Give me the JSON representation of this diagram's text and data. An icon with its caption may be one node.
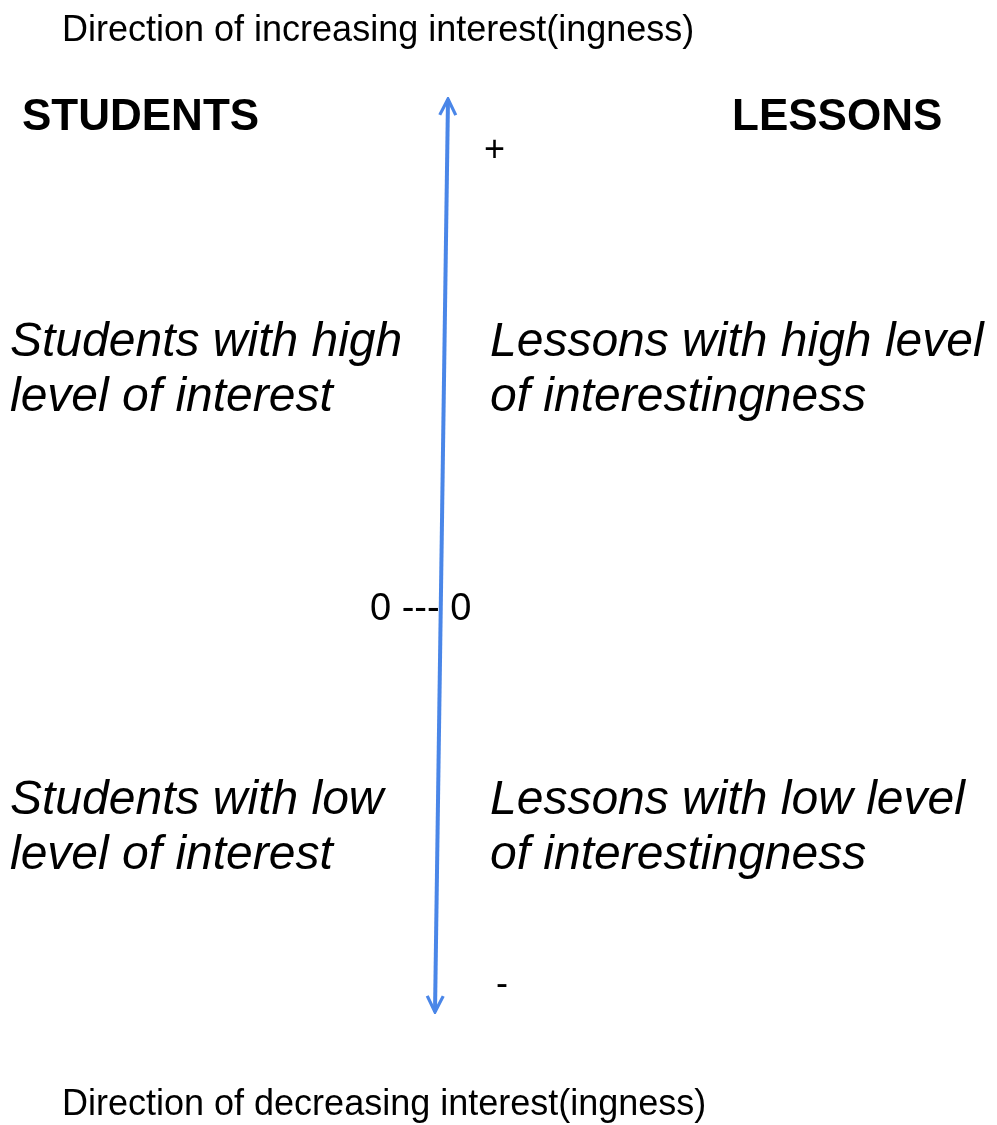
{
  "diagram": {
    "labels": [
      "Direction of increasing interest(ingness)",
      "STUDENTS",
      "LESSONS",
      "+",
      "Students with high level of interest",
      "Lessons with high level of interestingness",
      "0 --- 0",
      "Students with low level of interest",
      "Lessons with low level of interestingness",
      "-",
      "Direction of decreasing interest(ingness)"
    ]
  }
}
